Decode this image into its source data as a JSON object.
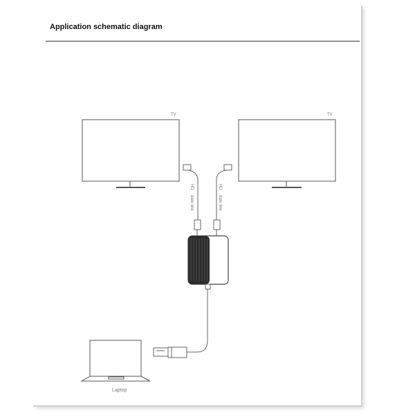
{
  "header": {
    "title": "Application schematic diagram"
  },
  "diagram": {
    "tv_left_label": "TV",
    "tv_right_label": "TV",
    "cable_left_label_1": "HD",
    "cable_left_label_2": "date line",
    "cable_right_label_1": "HD",
    "cable_right_label_2": "date line",
    "laptop_label": "Laptop"
  }
}
